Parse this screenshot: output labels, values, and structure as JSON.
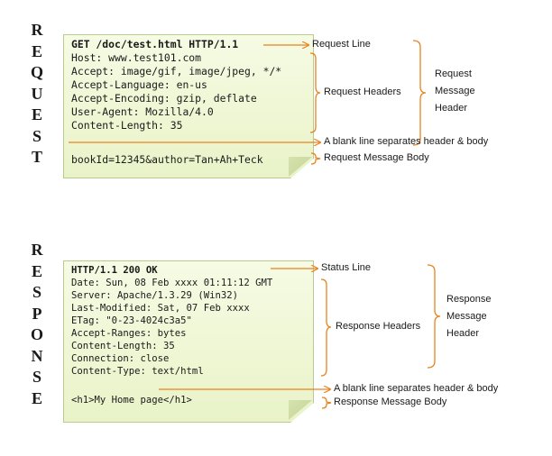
{
  "request": {
    "side_letters": [
      "R",
      "E",
      "Q",
      "U",
      "E",
      "S",
      "T"
    ],
    "lines": [
      "GET /doc/test.html HTTP/1.1",
      "Host: www.test101.com",
      "Accept: image/gif, image/jpeg, */*",
      "Accept-Language: en-us",
      "Accept-Encoding: gzip, deflate",
      "User-Agent: Mozilla/4.0",
      "Content-Length: 35",
      "",
      "bookId=12345&author=Tan+Ah+Teck"
    ],
    "labels": {
      "line": "Request Line",
      "headers": "Request Headers",
      "blank": "A blank line separates header & body",
      "body": "Request Message Body",
      "header_group": [
        "Request",
        "Message",
        "Header"
      ]
    }
  },
  "response": {
    "side_letters": [
      "R",
      "E",
      "S",
      "P",
      "O",
      "N",
      "S",
      "E"
    ],
    "lines": [
      "HTTP/1.1 200 OK",
      "Date: Sun, 08 Feb xxxx 01:11:12 GMT",
      "Server: Apache/1.3.29 (Win32)",
      "Last-Modified: Sat, 07 Feb xxxx",
      "ETag: \"0-23-4024c3a5\"",
      "Accept-Ranges: bytes",
      "Content-Length: 35",
      "Connection: close",
      "Content-Type: text/html",
      "",
      "<h1>My Home page</h1>"
    ],
    "labels": {
      "line": "Status Line",
      "headers": "Response Headers",
      "blank": "A blank line separates header & body",
      "body": "Response Message Body",
      "header_group": [
        "Response",
        "Message",
        "Header"
      ]
    }
  },
  "colors": {
    "accent": "#e8821e",
    "note_fill": "#eef6d4",
    "note_border": "#b9c98f"
  }
}
